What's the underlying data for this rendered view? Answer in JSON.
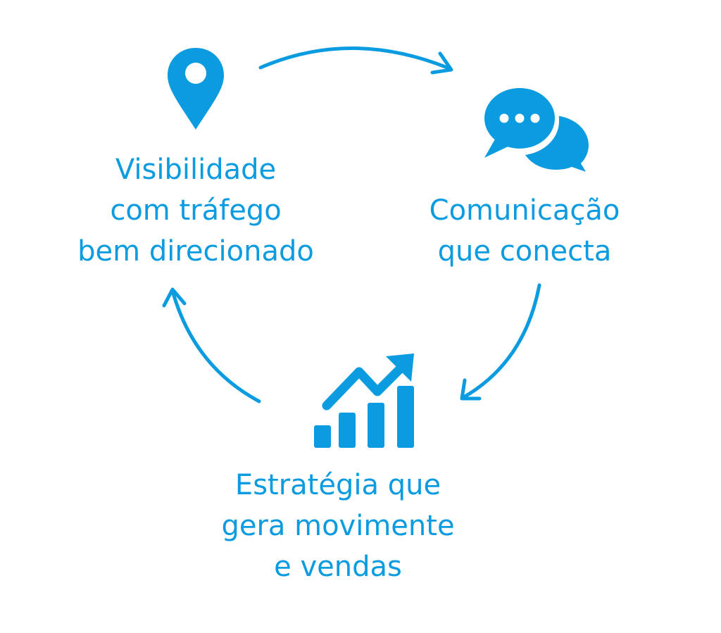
{
  "accent_color": "#0a9be0",
  "nodes": {
    "visibility": {
      "icon": "map-pin-icon",
      "lines": [
        "Visibilidade",
        "com tráfego",
        "bem direcionado"
      ]
    },
    "communication": {
      "icon": "chat-bubbles-icon",
      "lines": [
        "Comunicação",
        "que conecta"
      ]
    },
    "strategy": {
      "icon": "growth-chart-icon",
      "lines": [
        "Estratégia que",
        "gera movimente",
        "e vendas"
      ]
    }
  },
  "cycle": [
    "visibility",
    "communication",
    "strategy"
  ]
}
